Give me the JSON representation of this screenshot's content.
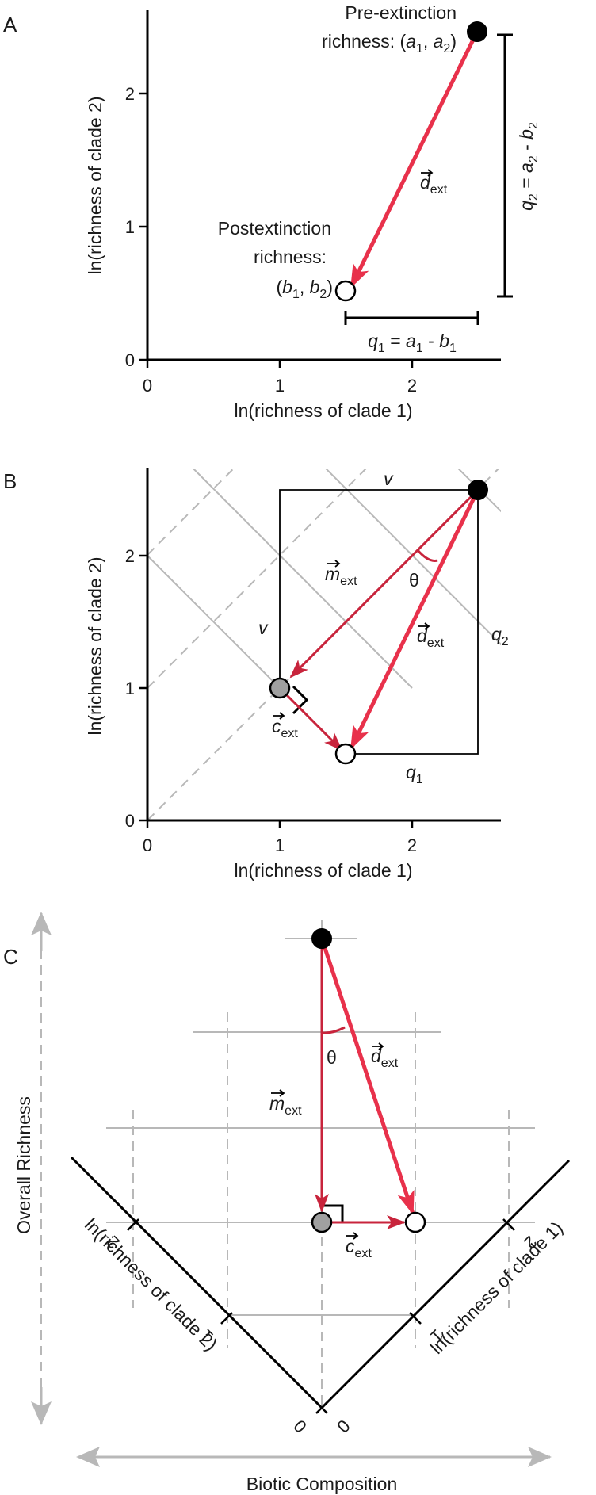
{
  "panels": {
    "a": {
      "letter": "A"
    },
    "b": {
      "letter": "B"
    },
    "c": {
      "letter": "C"
    }
  },
  "axes": {
    "x_label": "ln(richness of clade 1)",
    "y_label": "ln(richness of clade 2)",
    "ticks": [
      "0",
      "1",
      "2"
    ],
    "c_vertical_label": "Overall Richness",
    "c_horizontal_label": "Biotic Composition"
  },
  "annotations": {
    "pre_line1": "Pre-extinction",
    "pre_line2_prefix": "richness: (",
    "post_line1": "Postextinction",
    "post_line2": "richness:",
    "a_sym": "a",
    "b_sym": "b",
    "q_sym": "q",
    "v_sym": "v",
    "d_sym": "d",
    "m_sym": "m",
    "c_sym": "c",
    "theta": "θ",
    "ext": "ext",
    "sub1": "1",
    "sub2": "2",
    "comma": ", ",
    "close": ")",
    "open": "(",
    "eq": " = ",
    "minus": " - "
  },
  "points": {
    "pre_extinction": {
      "x": 2.5,
      "y": 2.5
    },
    "post_extinction": {
      "x": 1.5,
      "y": 0.5
    },
    "projection": {
      "x": 1.0,
      "y": 1.0
    }
  },
  "colors": {
    "vector": "#e8314b",
    "vector_dark": "#c8243c",
    "grid": "#b8b8b8",
    "marker_fill_pre": "#000000",
    "marker_fill_post": "#ffffff",
    "marker_fill_projection": "#a0a0a0"
  }
}
